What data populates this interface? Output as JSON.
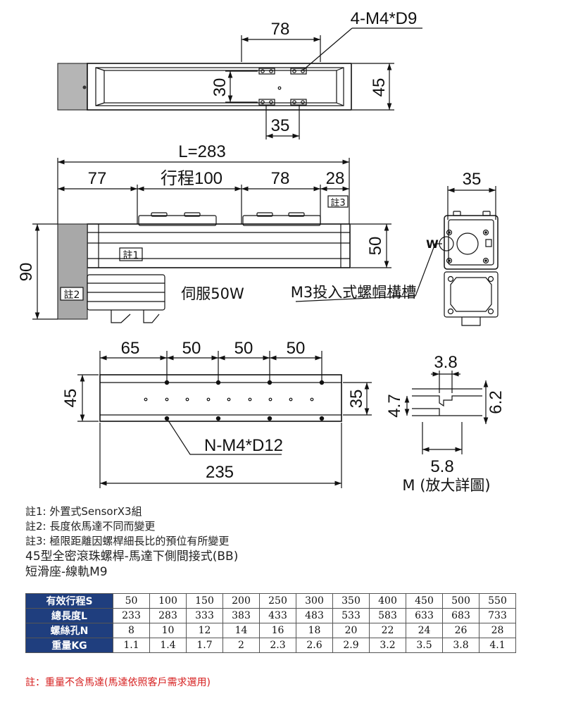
{
  "top_view": {
    "dim_width": "78",
    "dim_holes": "4-M4*D9",
    "dim_inner": "30",
    "dim_height": "45",
    "dim_spacing": "35"
  },
  "side_view": {
    "dim_total": "L=283",
    "dim_motor": "77",
    "dim_stroke": "行程100",
    "dim_carriage": "78",
    "dim_end": "28",
    "note3_tag": "註3",
    "dim_height": "50",
    "dim_overall": "90",
    "note1_tag": "註1",
    "note2_tag": "註2",
    "motor_label": "伺服50W"
  },
  "end_view": {
    "dim_width": "35",
    "w_label": "W",
    "slot_label": "M3投入式螺帽構槽"
  },
  "rail_view": {
    "dim_a": "65",
    "dim_b": "50",
    "dim_c": "50",
    "dim_d": "50",
    "dim_height": "45",
    "dim_inner": "35",
    "holes_label": "N-M4*D12",
    "dim_length": "235"
  },
  "detail_view": {
    "dim_top": "3.8",
    "dim_left": "4.7",
    "dim_right": "6.2",
    "dim_bottom": "5.8",
    "caption": "M (放大詳圖)"
  },
  "notes": [
    "註1: 外置式SensorX3組",
    "註2: 長度依馬達不同而變更",
    "註3: 極限距離因螺桿細長比的預位有所變更"
  ],
  "model_title": "45型全密滾珠螺桿-馬達下側間接式(BB)",
  "model_subtitle": "短滑座-線軌M9",
  "spec_table": {
    "rows": [
      {
        "label": "有效行程S",
        "values": [
          "50",
          "100",
          "150",
          "200",
          "250",
          "300",
          "350",
          "400",
          "450",
          "500",
          "550"
        ]
      },
      {
        "label": "總長度L",
        "values": [
          "233",
          "283",
          "333",
          "383",
          "433",
          "483",
          "533",
          "583",
          "633",
          "683",
          "733"
        ]
      },
      {
        "label": "螺絲孔N",
        "values": [
          "8",
          "10",
          "12",
          "14",
          "16",
          "18",
          "20",
          "22",
          "24",
          "26",
          "28"
        ]
      },
      {
        "label": "重量KG",
        "values": [
          "1.1",
          "1.4",
          "1.7",
          "2",
          "2.3",
          "2.6",
          "2.9",
          "3.2",
          "3.5",
          "3.8",
          "4.1"
        ]
      }
    ]
  },
  "footnote": "註：重量不含馬達(馬達依照客戶需求選用)",
  "colors": {
    "header_blue": "#1f3e7e",
    "footnote_red": "#d62020",
    "motor_gray": "#a8a8a8"
  }
}
